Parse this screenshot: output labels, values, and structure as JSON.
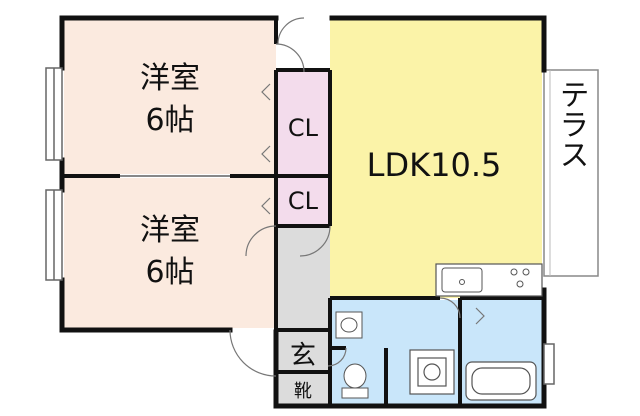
{
  "rooms": {
    "room1": {
      "name": "洋室",
      "size": "6帖"
    },
    "room2": {
      "name": "洋室",
      "size": "6帖"
    },
    "ldk": {
      "label": "LDK10.5"
    },
    "closet_top": "CL",
    "closet_bottom": "CL",
    "terrace": "テラス",
    "entrance": "玄",
    "shoe_box": "靴"
  },
  "colors": {
    "bedroom_fill": "#fbeadf",
    "ldk_fill": "#fbf3a8",
    "closet_fill": "#f3dcec",
    "wet_fill": "#c9e6fa",
    "entrance_fill": "#dcdcdc",
    "wall": "#111111"
  },
  "icons": [
    "sink-icon",
    "stove-icon",
    "washbasin-icon",
    "toilet-icon",
    "washing-machine-icon",
    "bathtub-icon"
  ]
}
